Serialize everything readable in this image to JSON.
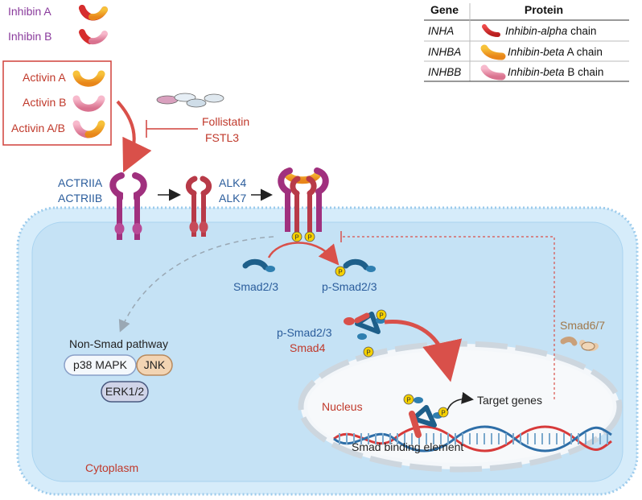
{
  "ligands": {
    "inhibin_a": "Inhibin A",
    "inhibin_b": "Inhibin B",
    "activin_a": "Activin A",
    "activin_b": "Activin B",
    "activin_ab": "Activin A/B"
  },
  "antagonists": {
    "follistatin": "Follistatin",
    "fstl3": "FSTL3"
  },
  "receptors": {
    "type2_a": "ACTRIIA",
    "type2_b": "ACTRIIB",
    "type1_a": "ALK4",
    "type1_b": "ALK7"
  },
  "phospho": "P",
  "smad": {
    "smad23": "Smad2/3",
    "psmad23": "p-Smad2/3",
    "complex_line1": "p-Smad2/3",
    "complex_line2": "Smad4",
    "smad67": "Smad6/7"
  },
  "non_smad": {
    "title": "Non-Smad pathway",
    "p38": "p38 MAPK",
    "jnk": "JNK",
    "erk": "ERK1/2"
  },
  "nucleus": {
    "label": "Nucleus",
    "target": "Target genes",
    "sbe": "Smad binding element"
  },
  "cytoplasm": "Cytoplasm",
  "table": {
    "headers": [
      "Gene",
      "Protein"
    ],
    "rows": [
      {
        "gene": "INHA",
        "protein_italic": "Inhibin-alpha",
        "protein_rest": " chain",
        "color": "#d62d2d"
      },
      {
        "gene": "INHBA",
        "protein_italic": "Inhibin-beta",
        "protein_rest": " A chain",
        "color": "#f0a020"
      },
      {
        "gene": "INHBB",
        "protein_italic": "Inhibin-beta",
        "protein_rest": " B chain",
        "color": "#e88aa8"
      }
    ]
  },
  "colors": {
    "receptor_type2": "#a0307e",
    "receptor_type1": "#b83a48",
    "inha": "#d62d2d",
    "inhba": "#f0a020",
    "inhbb": "#e88aa8",
    "cell_fill": "#c5e2f5",
    "smad_blue": "#1e5f8a",
    "smad4_red": "#d9504a",
    "phospho_yellow": "#f5d000",
    "arrow_red": "#d9504a",
    "label_purple": "#8a3b9c",
    "label_red": "#c0392b",
    "label_blue": "#2b5d9c"
  }
}
